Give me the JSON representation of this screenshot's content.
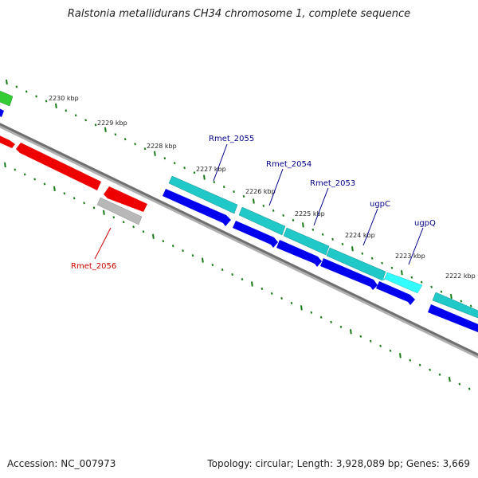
{
  "title": "Ralstonia metallidurans CH34 chromosome 1, complete sequence",
  "footer": {
    "accession": "Accession: NC_007973",
    "summary": "Topology: circular; Length: 3,928,089 bp; Genes: 3,669"
  },
  "ruler": {
    "ticks": [
      "2230 kbp",
      "2229 kbp",
      "2228 kbp",
      "2227 kbp",
      "2226 kbp",
      "2225 kbp",
      "2224 kbp",
      "2223 kbp",
      "2222 kbp"
    ]
  },
  "genes": [
    {
      "label": "Rmet_2055",
      "color": "#00008b"
    },
    {
      "label": "Rmet_2054",
      "color": "#00008b"
    },
    {
      "label": "Rmet_2053",
      "color": "#00008b"
    },
    {
      "label": "ugpC",
      "color": "#00008b"
    },
    {
      "label": "ugpQ",
      "color": "#00008b"
    },
    {
      "label": "Rmet_2056",
      "color": "#cc0000"
    }
  ],
  "colors": {
    "backbone": "#808080",
    "ticks": "#1a7a1a",
    "cds_forward": "#0000ee",
    "cds_reverse": "#ee0000",
    "gene_cyan": "#20c8c8",
    "gene_green": "#33cc33",
    "gene_grey": "#b8b8b8"
  }
}
